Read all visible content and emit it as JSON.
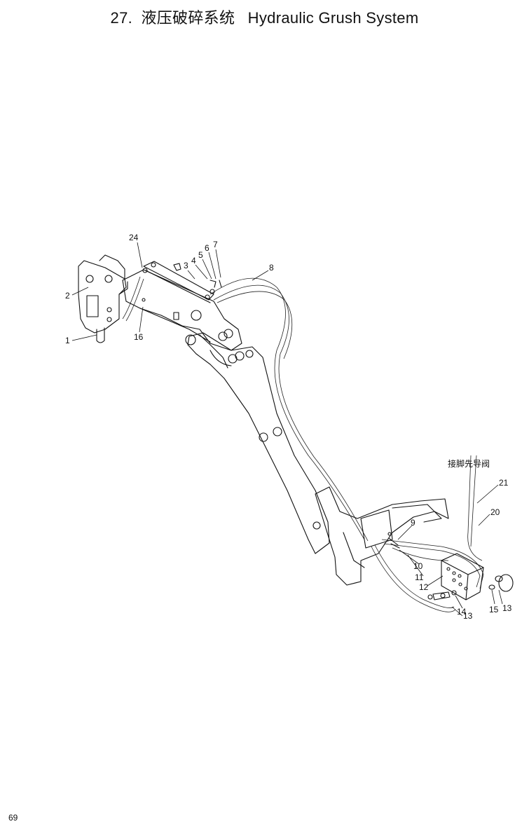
{
  "title": {
    "number": "27.",
    "chinese": "液压破碎系统",
    "english": "Hydraulic Grush System"
  },
  "annotation_cn": "接脚先导阀",
  "callouts": [
    "1",
    "2",
    "3",
    "4",
    "5",
    "6",
    "7",
    "8",
    "9",
    "10",
    "11",
    "12",
    "13",
    "13",
    "14",
    "15",
    "16",
    "20",
    "21",
    "24"
  ],
  "page_number": "69"
}
